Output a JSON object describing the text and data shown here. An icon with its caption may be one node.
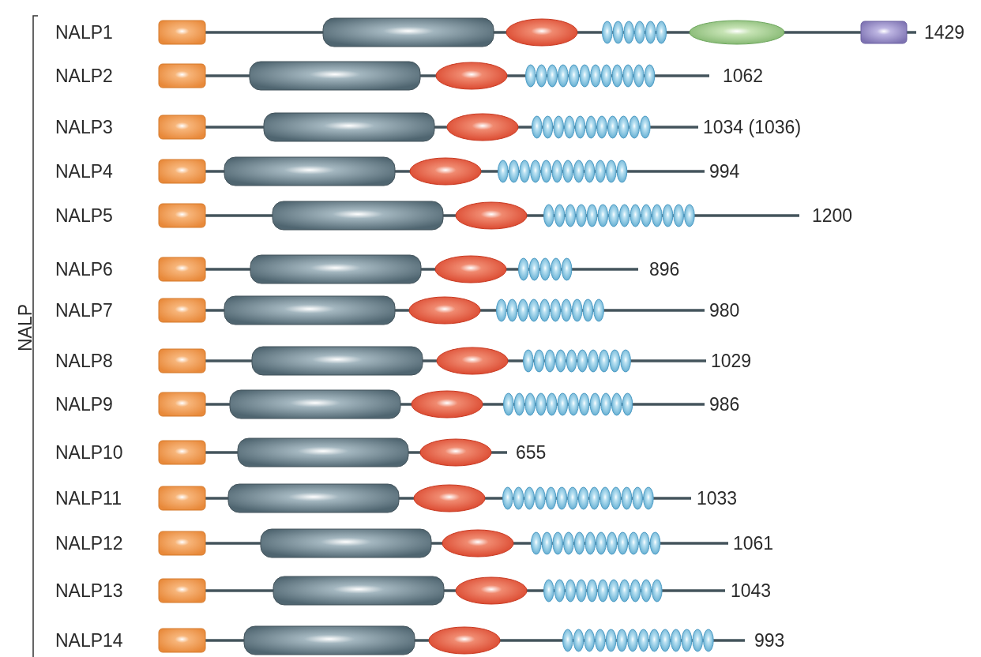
{
  "diagram": {
    "labels": [
      "NALP",
      "NALP1",
      "1429",
      "NALP2",
      "1062",
      "NALP3",
      "1034 (1036)",
      "NALP4",
      "994",
      "NALP5",
      "1200",
      "NALP6",
      "896",
      "NALP7",
      "980",
      "NALP8",
      "1029",
      "NALP9",
      "986",
      "NALP10",
      "655",
      "NALP11",
      "1033",
      "NALP12",
      "1061",
      "NALP13",
      "1043",
      "NALP14",
      "993"
    ]
  }
}
